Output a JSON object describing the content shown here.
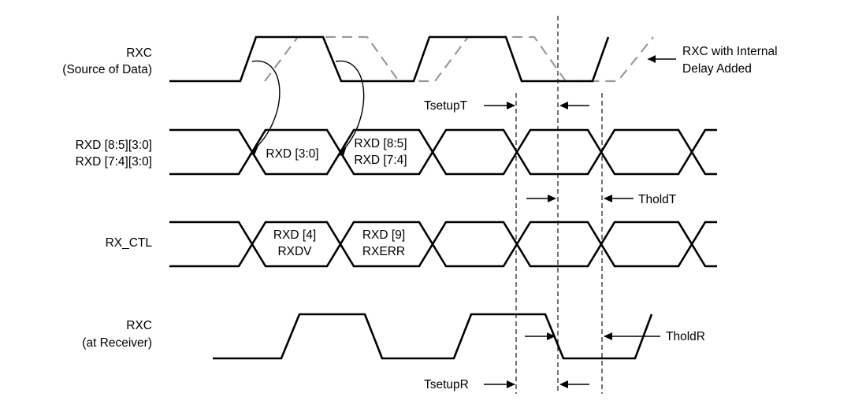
{
  "signals": {
    "rxc_source": {
      "line1": "RXC",
      "line2": "(Source of Data)"
    },
    "rxd": {
      "line1": "RXD [8:5][3:0]",
      "line2": "RXD [7:4][3:0]"
    },
    "rx_ctl": {
      "line1": "RX_CTL"
    },
    "rxc_receiver": {
      "line1": "RXC",
      "line2": "(at Receiver)"
    }
  },
  "data_cells": {
    "rxd_first": "RXD [3:0]",
    "rxd_second_line1": "RXD [8:5]",
    "rxd_second_line2": "RXD [7:4]",
    "ctl_first_line1": "RXD [4]",
    "ctl_first_line2": "RXDV",
    "ctl_second_line1": "RXD [9]",
    "ctl_second_line2": "RXERR"
  },
  "annotations": {
    "internal_delay_line1": "RXC with Internal",
    "internal_delay_line2": "Delay Added",
    "tsetup_t": "TsetupT",
    "thold_t": "TholdT",
    "tsetup_r": "TsetupR",
    "thold_r": "TholdR"
  }
}
